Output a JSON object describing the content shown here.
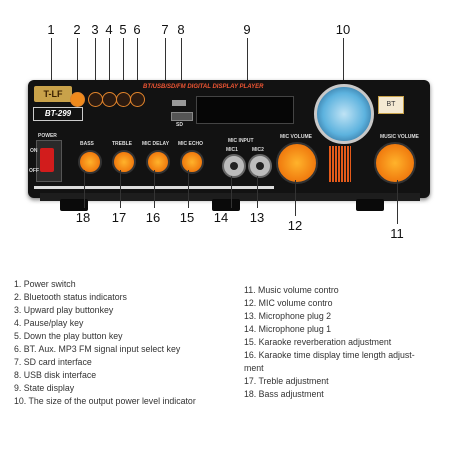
{
  "callouts_top": [
    "1",
    "2",
    "3",
    "4",
    "5",
    "6",
    "7",
    "8",
    "9",
    "10"
  ],
  "callouts_bottom": [
    "18",
    "17",
    "16",
    "15",
    "14",
    "13",
    "12",
    "11"
  ],
  "device": {
    "brand": "T-LF",
    "model": "BT-299",
    "power_label": "POWER",
    "on_label": "ON",
    "off_label": "OFF",
    "display_title": "BT/USB/SD/FM DIGITAL DISPLAY PLAYER",
    "sd_label": "SD",
    "bt_badge": "BT",
    "mic_input_label": "MIC INPUT",
    "mic1": "MIC1",
    "mic2": "MIC2",
    "knobs": [
      "BASS",
      "TREBLE",
      "MIC DELAY",
      "MIC ECHO"
    ],
    "mic_volume": "MIC VOLUME",
    "music_volume": "MUSIC VOLUME"
  },
  "legend_left": [
    "1. Power switch",
    "2. Bluetooth status indicators",
    "3. Upward play buttonkey",
    "4. Pause/play key",
    "5. Down the play button key",
    "6. BT. Aux. MP3 FM signal input select key",
    "7. SD card interface",
    "8. USB disk interface",
    "9. State display",
    "10. The size of the output power level indicator"
  ],
  "legend_right": [
    "11. Music volume contro",
    "12. MIC volume contro",
    "13. Microphone plug 2",
    "14. Microphone plug 1",
    "15. Karaoke reverberation adjustment",
    "16. Karaoke time display time length adjust-",
    "ment",
    "17. Treble adjustment",
    "18. Bass adjustment"
  ]
}
